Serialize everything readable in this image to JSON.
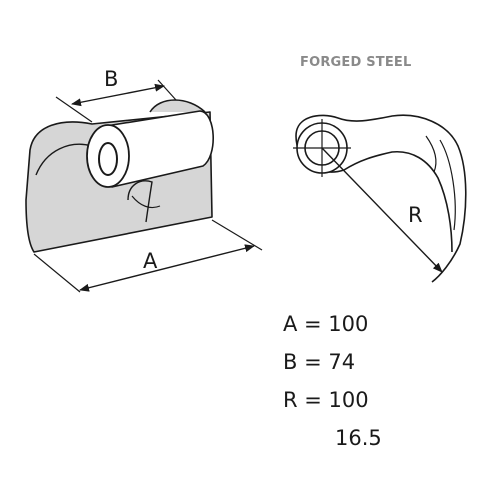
{
  "material_label": "FORGED STEEL",
  "dimension_labels": {
    "a": "A",
    "b": "B",
    "r": "R"
  },
  "specs": [
    {
      "text": "A = 100"
    },
    {
      "text": "B = 74"
    },
    {
      "text": "R = 100"
    }
  ],
  "extra_value": "16.5"
}
